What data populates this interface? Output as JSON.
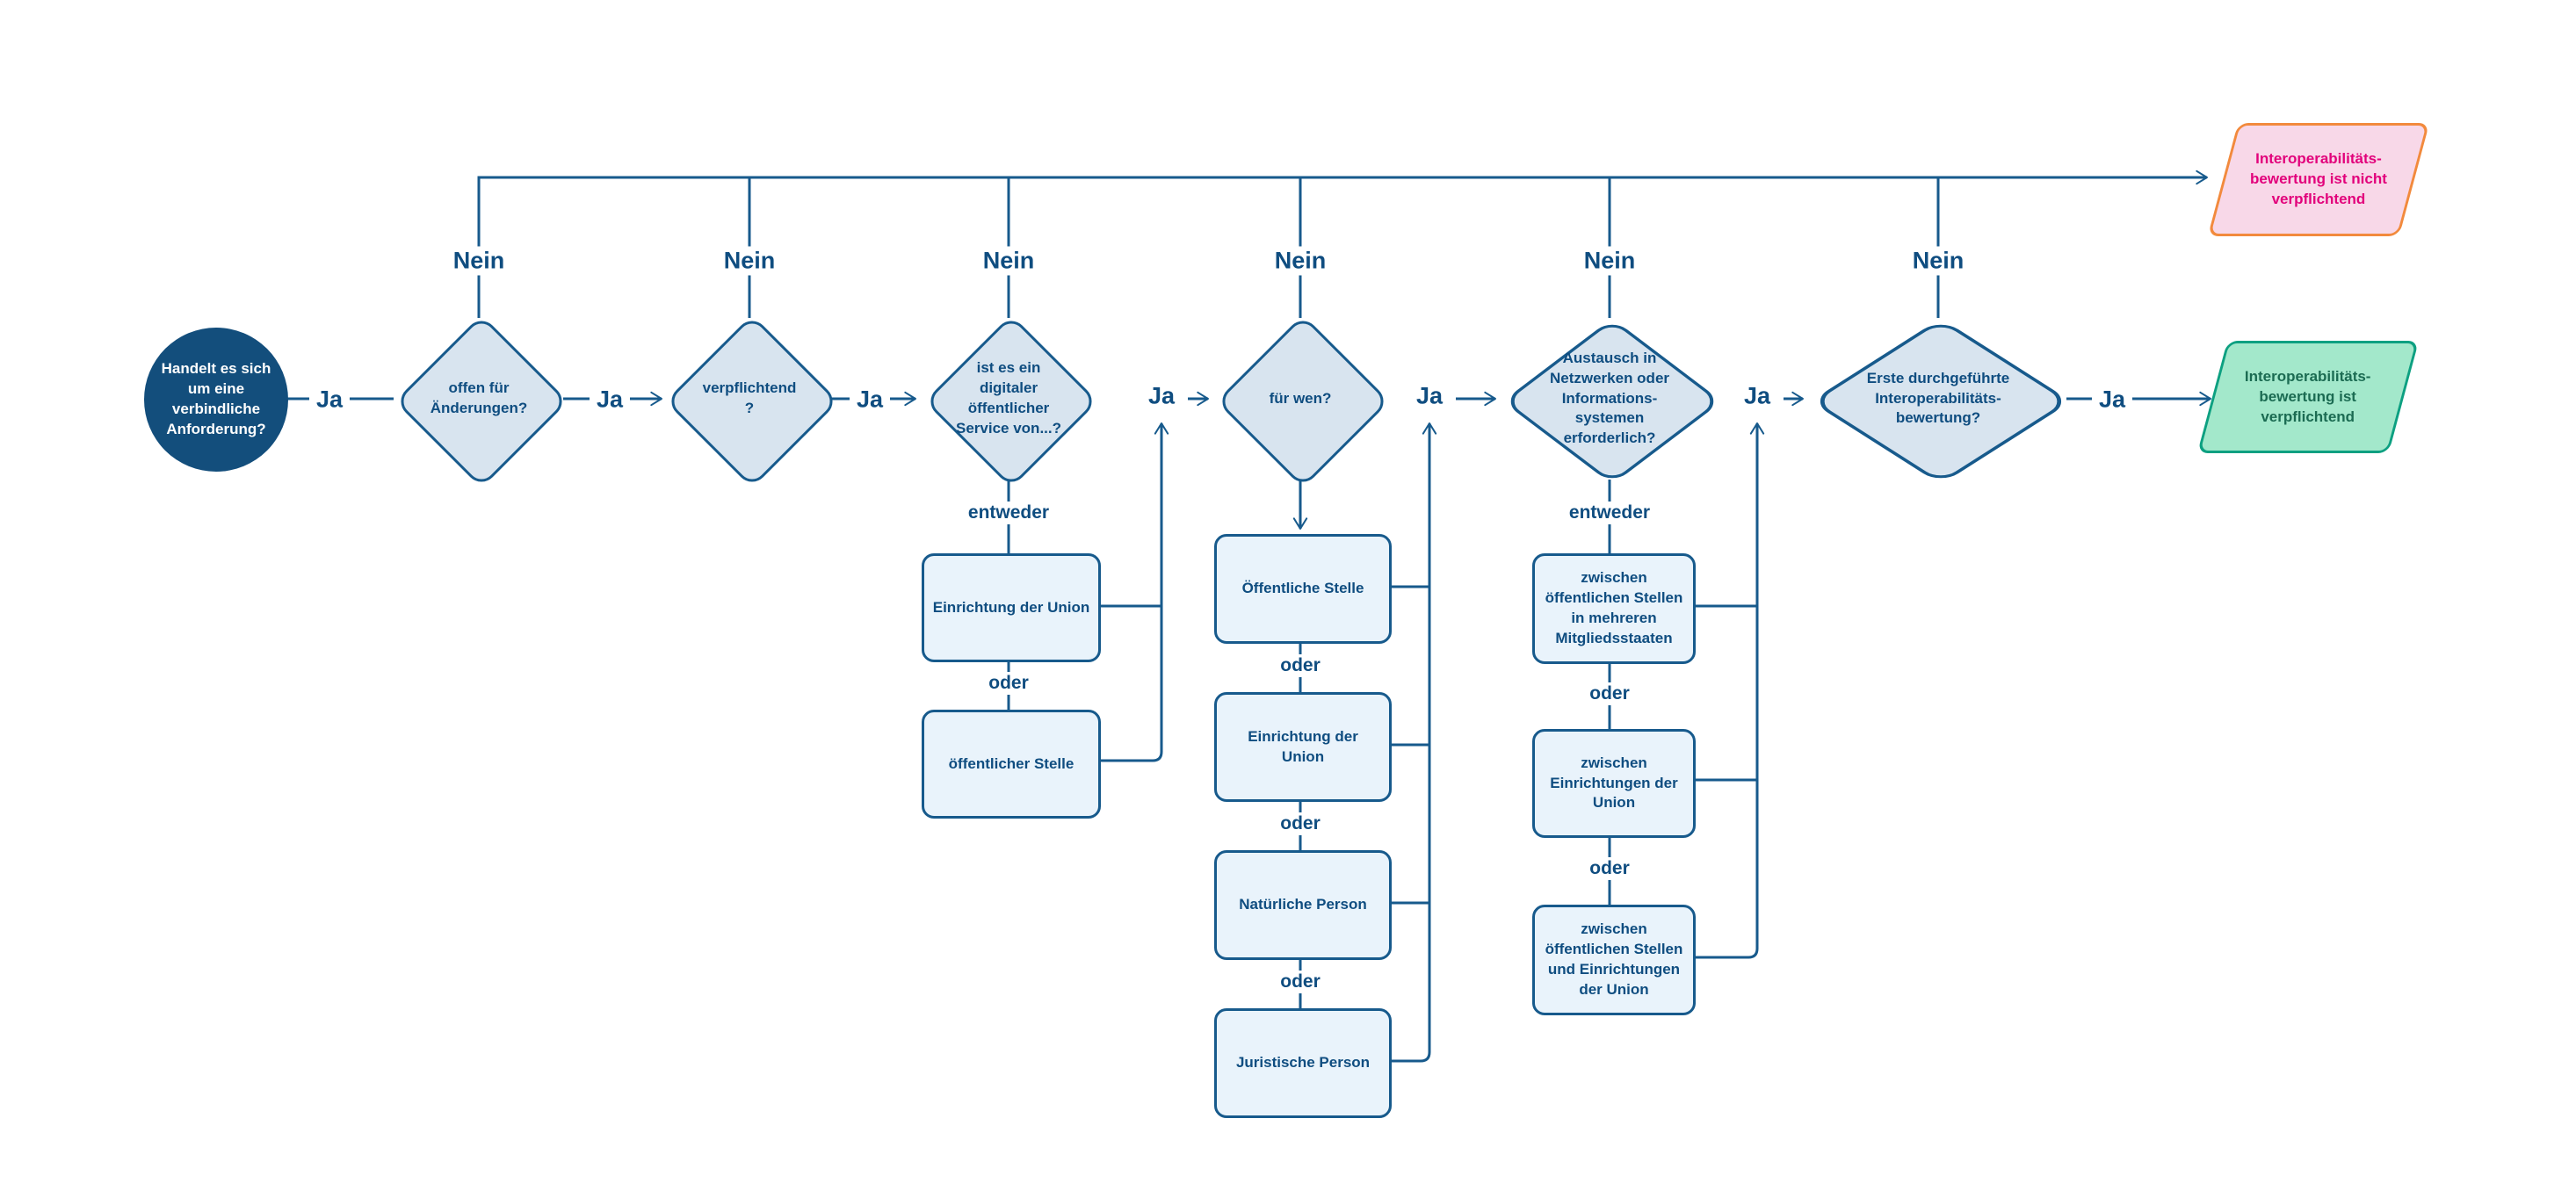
{
  "colors": {
    "line_blue": "#175a8c",
    "text_blue": "#0f4d80",
    "diamond_fill": "#d8e4ef",
    "box_fill": "#e9f3fb",
    "start_fill": "#134e7c",
    "negative_fill": "#f8d8e8",
    "negative_border": "#f28a3d",
    "negative_text": "#e2017b",
    "positive_fill": "#a3e8cb",
    "positive_border": "#0da081",
    "positive_text": "#1b6b52"
  },
  "labels": {
    "ja": "Ja",
    "nein": "Nein",
    "entweder": "entweder",
    "oder": "oder"
  },
  "flow": {
    "start": "Handelt es sich\num eine\nverbindliche\nAnforderung?",
    "decisions": [
      "offen für\nÄnderungen?",
      "verpflichtend\n?",
      "ist es ein\ndigitaler\nöffentlicher\nService von...?",
      "für wen?",
      "Austausch in\nNetzwerken oder\nInformations-\nsystemen\nerforderlich?",
      "Erste durchgeführte\nInteroperabilitäts-\nbewertung?"
    ],
    "service_von_options": [
      "Einrichtung der Union",
      "öffentlicher Stelle"
    ],
    "fuer_wen_options": [
      "Öffentliche Stelle",
      "Einrichtung der\nUnion",
      "Natürliche Person",
      "Juristische Person"
    ],
    "austausch_options": [
      "zwischen\nöffentlichen Stellen\nin mehreren\nMitgliedsstaaten",
      "zwischen\nEinrichtungen der\nUnion",
      "zwischen\nöffentlichen Stellen\nund Einrichtungen\nder Union"
    ],
    "outcome_negative": "Interoperabilitäts-\nbewertung ist nicht\nverpflichtend",
    "outcome_positive": "Interoperabilitäts-\nbewertung ist\nverpflichtend"
  }
}
